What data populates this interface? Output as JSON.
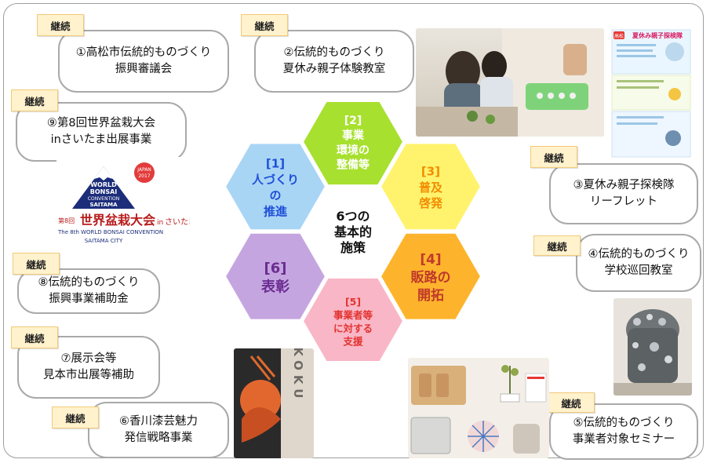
{
  "badge": "継続",
  "center": {
    "line1": "6つの",
    "line2": "基本的",
    "line3": "施策"
  },
  "hexes": [
    {
      "num": "[1]",
      "lines": [
        "人づくり",
        "の",
        "推進"
      ],
      "fill": "#a9d5f5",
      "text": "#1f4fd8"
    },
    {
      "num": "[2]",
      "lines": [
        "事業",
        "環境の",
        "整備等"
      ],
      "fill": "#a7e02e",
      "text": "#ffffff"
    },
    {
      "num": "[3]",
      "lines": [
        "普及",
        "啓発"
      ],
      "fill": "#fff36e",
      "text": "#f28c00"
    },
    {
      "num": "[4]",
      "lines": [
        "販路の",
        "開拓"
      ],
      "fill": "#fdb42c",
      "text": "#c0392b"
    },
    {
      "num": "[5]",
      "lines": [
        "事業者等",
        "に対する",
        "支援"
      ],
      "fill": "#f9b6c6",
      "text": "#e2332f"
    },
    {
      "num": "[6]",
      "lines": [
        "表彰"
      ],
      "fill": "#c5a5e0",
      "text": "#6a2c91"
    }
  ],
  "programs": [
    {
      "id": "p1",
      "lines": [
        "①高松市伝統的ものづくり",
        "振興審議会"
      ]
    },
    {
      "id": "p2",
      "lines": [
        "②伝統的ものづくり",
        "夏休み親子体験教室"
      ]
    },
    {
      "id": "p3",
      "lines": [
        "③夏休み親子探検隊",
        "リーフレット"
      ]
    },
    {
      "id": "p4",
      "lines": [
        "④伝統的ものづくり",
        "学校巡回教室"
      ]
    },
    {
      "id": "p5",
      "lines": [
        "⑤伝統的ものづくり",
        "事業者対象セミナー"
      ]
    },
    {
      "id": "p6",
      "lines": [
        "⑥香川漆芸魅力",
        "発信戦略事業"
      ]
    },
    {
      "id": "p7",
      "lines": [
        "⑦展示会等",
        "見本市出展等補助"
      ]
    },
    {
      "id": "p8",
      "lines": [
        "⑧伝統的ものづくり",
        "振興事業補助金"
      ]
    },
    {
      "id": "p9",
      "lines": [
        "⑨第8回世界盆栽大会",
        "inさいたま出展事業"
      ]
    }
  ],
  "bonsai_logo": {
    "japan": "JAPAN",
    "year": "2017",
    "line1": "WORLD",
    "line2": "BONSAI",
    "line3": "CONVENTION",
    "line4": "SAITAMA",
    "jp_prefix": "第8回",
    "jp_main": "世界盆栽大会",
    "jp_in": "in",
    "jp_city": "さいたま",
    "en_sub": "The 8th WORLD BONSAI CONVENTION",
    "en_city": "SAITAMA CITY"
  },
  "leaflet": {
    "title_head": "高松",
    "title_main": "夏休み親子探検隊"
  },
  "poster": {
    "vertical": "ZOKOKU"
  },
  "colors": {
    "badge_bg": "#fff2cc",
    "badge_border": "#f2c97a",
    "pill_border": "#a9a9a9"
  }
}
